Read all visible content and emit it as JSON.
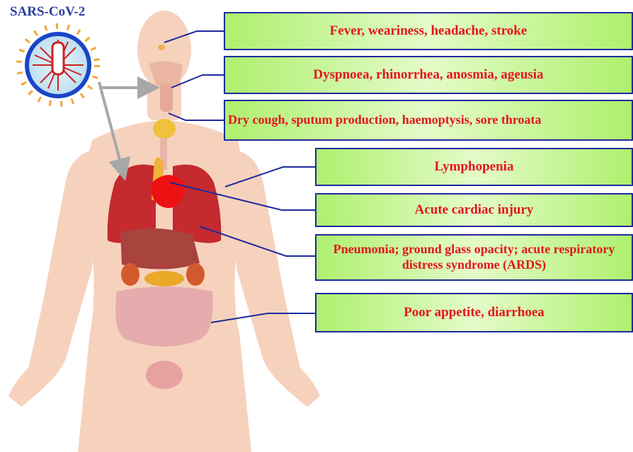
{
  "virus": {
    "name": "SARS-CoV-2"
  },
  "symptoms": {
    "brain": "Fever, weariness, headache, stroke",
    "nose": "Dyspnoea, rhinorrhea, anosmia, ageusia",
    "throat": "Dry cough, sputum production, haemoptysis, sore throata",
    "blood": "Lymphopenia",
    "heart": "Acute cardiac injury",
    "lungs": "Pneumonia; ground glass opacity;  acute respiratory distress syndrome (ARDS)",
    "gut": "Poor appetite, diarrhoea"
  },
  "colors": {
    "label_text": "#e5151d",
    "box_border": "#1e2a9c",
    "box_fill": "#aef06e",
    "skin": "#f6d2bd",
    "lungs": "#c42a2e",
    "heart": "#ee1111",
    "title": "#2a3ea0"
  }
}
